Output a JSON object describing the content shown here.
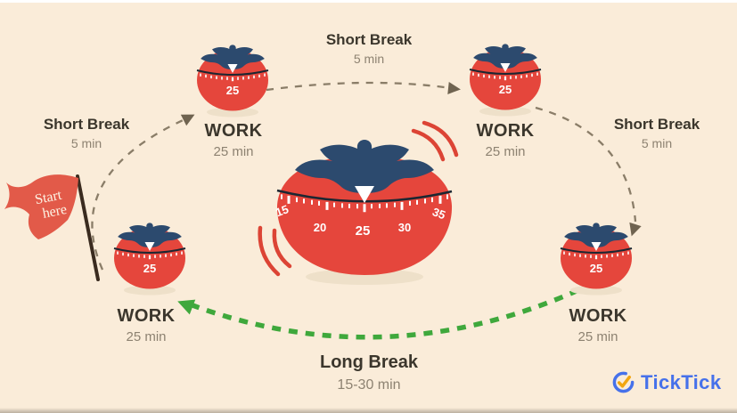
{
  "flag": {
    "line1": "Start",
    "line2": "here"
  },
  "timer_value": "25",
  "dial": {
    "numbers": [
      "15",
      "20",
      "25",
      "30",
      "35"
    ]
  },
  "labels": {
    "break_top": {
      "title": "Short Break",
      "sub": "5 min"
    },
    "break_left": {
      "title": "Short Break",
      "sub": "5 min"
    },
    "break_right": {
      "title": "Short Break",
      "sub": "5 min"
    },
    "work_top_left": {
      "title": "WORK",
      "sub": "25 min"
    },
    "work_top_right": {
      "title": "WORK",
      "sub": "25 min"
    },
    "work_bottom_left": {
      "title": "WORK",
      "sub": "25 min"
    },
    "work_bottom_right": {
      "title": "WORK",
      "sub": "25 min"
    },
    "long_break": {
      "title": "Long Break",
      "sub": "15-30 min"
    }
  },
  "brand": {
    "name": "TickTick"
  },
  "colors": {
    "background": "#faecd9",
    "tomato_red": "#e5463c",
    "leaf_navy": "#2c4a6e",
    "dial_line": "#1b2732",
    "dash_brown": "#8a7d68",
    "arrow_brown": "#6f6350",
    "long_break_green": "#3fa83c",
    "flag_red": "#e25a49",
    "title_text": "#3b362c",
    "sub_text": "#8d8271",
    "brand_blue": "#4671ea",
    "brand_yellow": "#f2a60f"
  }
}
